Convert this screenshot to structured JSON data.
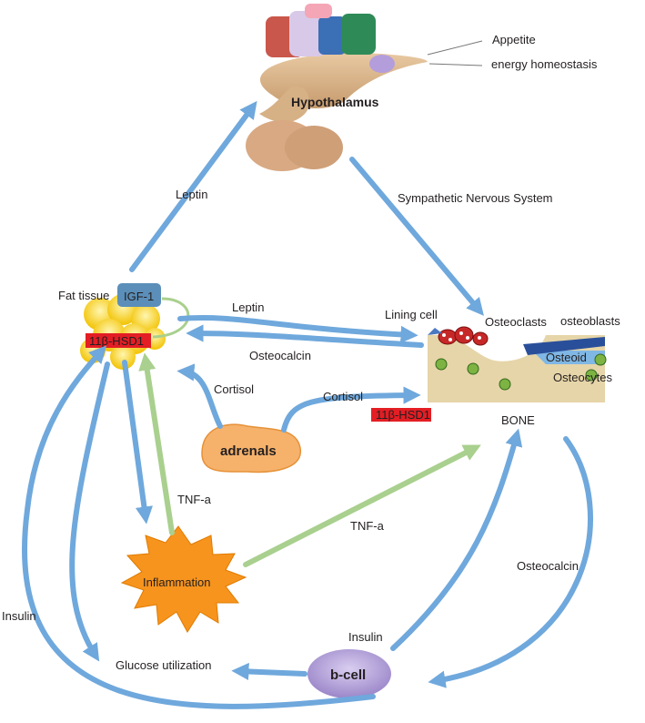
{
  "diagram": {
    "nodes": {
      "hypothalamus": "Hypothalamus",
      "appetite": "Appetite",
      "energy": "energy homeostasis",
      "fat_tissue": "Fat tissue",
      "igf1": "IGF-1",
      "hsd_fat": "11β-HSD1",
      "hsd_bone": "11β-HSD1",
      "adrenals": "adrenals",
      "inflammation": "Inflammation",
      "bcell": "b-cell",
      "glucose": "Glucose utilization",
      "bone": "BONE",
      "lining_cell": "Lining cell",
      "osteoclasts": "Osteoclasts",
      "osteoblasts": "osteoblasts",
      "osteoid": "Osteoid",
      "osteocytes": "Osteocytes"
    },
    "edges": {
      "leptin_up": "Leptin",
      "sns": "Sympathetic Nervous System",
      "leptin_fat_bone": "Leptin",
      "osteocalcin_bone_fat": "Osteocalcin",
      "cortisol_fat": "Cortisol",
      "cortisol_bone": "Cortisol",
      "tnf_fat": "TNF-a",
      "tnf_bone": "TNF-a",
      "osteocalcin_bone_bcell": "Osteocalcin",
      "insulin_bone": "Insulin",
      "insulin_fat": "Insulin"
    },
    "colors": {
      "blue_arrow": "#6fa8dc",
      "green_arrow": "#a9d08e",
      "hsd_red": "#e31e24",
      "igf_box": "#5b8fb9",
      "adrenal_fill": "#f6b26b",
      "inflammation_fill": "#f7941d",
      "bcell_fill": "#b4a7d6",
      "bone_fill": "#e6d5a8"
    }
  }
}
